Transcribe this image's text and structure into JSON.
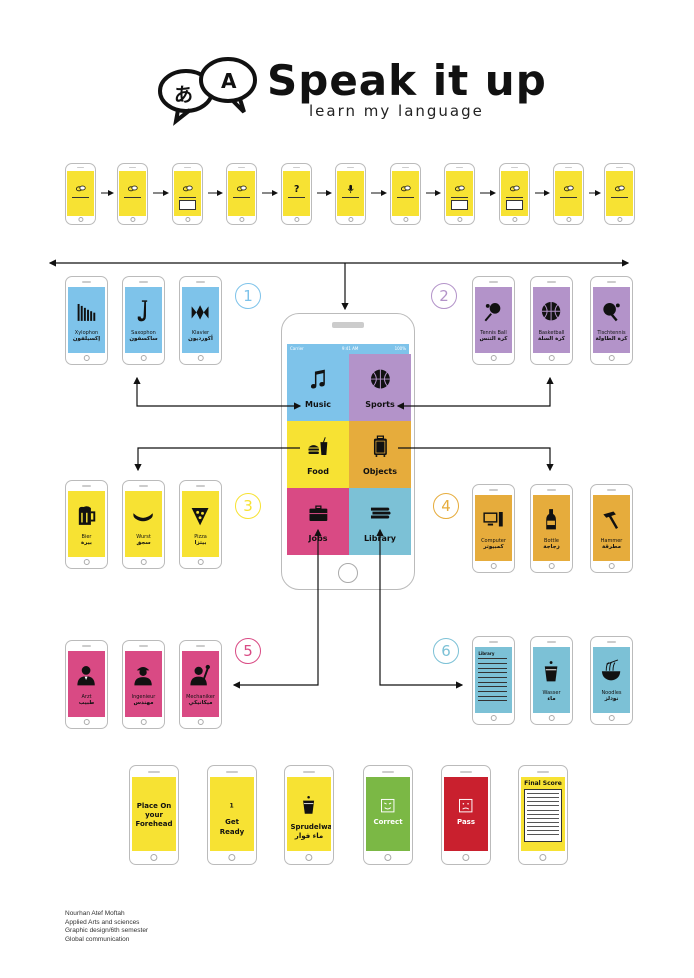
{
  "logo": {
    "title": "Speak it up",
    "subtitle": "learn my language",
    "glyph_left": "あ",
    "glyph_right": "A"
  },
  "colors": {
    "yellow": "#F7E233",
    "blue": "#7EC3EA",
    "purple": "#B393C9",
    "orange": "#E6AC3C",
    "pink": "#D94A84",
    "teal": "#7CC1D6",
    "green": "#7BB845",
    "red": "#C9202E",
    "arrow": "#111111"
  },
  "main_app": {
    "status_left": "Carrier",
    "status_time": "9:41 AM",
    "status_right": "100%",
    "categories": [
      {
        "label": "Music",
        "color": "blue",
        "icon": "music-note-icon"
      },
      {
        "label": "Sports",
        "color": "purple",
        "icon": "basketball-icon"
      },
      {
        "label": "Food",
        "color": "yellow",
        "icon": "burger-drink-icon"
      },
      {
        "label": "Objects",
        "color": "orange",
        "icon": "suitcase-icon"
      },
      {
        "label": "Jobs",
        "color": "pink",
        "icon": "briefcase-icon"
      },
      {
        "label": "Library",
        "color": "teal",
        "icon": "books-icon"
      }
    ]
  },
  "flow_row": {
    "screens": [
      {
        "icon": "logo-icon"
      },
      {
        "icon": "logo-icon"
      },
      {
        "icon": "logo-icon"
      },
      {
        "icon": "logo-icon"
      },
      {
        "icon": "question-icon"
      },
      {
        "icon": "microphone-icon"
      },
      {
        "icon": "logo-icon"
      },
      {
        "icon": "logo-icon"
      },
      {
        "icon": "logo-icon"
      },
      {
        "icon": "logo-icon"
      },
      {
        "icon": "logo-icon"
      }
    ]
  },
  "groups": [
    {
      "number": "1",
      "color": "blue",
      "items": [
        {
          "en": "Xylophon",
          "ar": "إكسيلفون",
          "icon": "xylophone-icon"
        },
        {
          "en": "Saxophon",
          "ar": "ساكسفون",
          "icon": "saxophone-icon"
        },
        {
          "en": "Klavier",
          "ar": "أكورديون",
          "icon": "accordion-icon"
        }
      ]
    },
    {
      "number": "2",
      "color": "purple",
      "items": [
        {
          "en": "Tennis Ball",
          "ar": "كرة التنس",
          "icon": "tennis-racket-icon"
        },
        {
          "en": "Basketball",
          "ar": "كرة السلة",
          "icon": "basketball-icon"
        },
        {
          "en": "Tischtennis",
          "ar": "كرة الطاولة",
          "icon": "ping-pong-icon"
        }
      ]
    },
    {
      "number": "3",
      "color": "yellow",
      "items": [
        {
          "en": "Bier",
          "ar": "بيرة",
          "icon": "beer-mug-icon"
        },
        {
          "en": "Wurst",
          "ar": "سجق",
          "icon": "sausage-icon"
        },
        {
          "en": "Pizza",
          "ar": "بيتزا",
          "icon": "pizza-slice-icon"
        }
      ]
    },
    {
      "number": "4",
      "color": "orange",
      "items": [
        {
          "en": "Computer",
          "ar": "كمبيوتر",
          "icon": "computer-icon"
        },
        {
          "en": "Bottle",
          "ar": "زجاجة",
          "icon": "bottle-icon"
        },
        {
          "en": "Hammer",
          "ar": "مطرقة",
          "icon": "hammer-icon"
        }
      ]
    },
    {
      "number": "5",
      "color": "pink",
      "items": [
        {
          "en": "Arzt",
          "ar": "طبيب",
          "icon": "doctor-icon"
        },
        {
          "en": "Ingenieur",
          "ar": "مهندس",
          "icon": "engineer-icon"
        },
        {
          "en": "Mechaniker",
          "ar": "ميكانيكي",
          "icon": "mechanic-icon"
        }
      ]
    },
    {
      "number": "6",
      "color": "teal",
      "items": [
        {
          "en": "Library",
          "ar": "",
          "icon": "list-icon"
        },
        {
          "en": "Wasser",
          "ar": "ماء",
          "icon": "water-glass-icon"
        },
        {
          "en": "Noodles",
          "ar": "نودلز",
          "icon": "noodle-bowl-icon"
        }
      ]
    }
  ],
  "game_screens": [
    {
      "color": "yellow",
      "text": "Place On your Forehead",
      "icon": ""
    },
    {
      "color": "yellow",
      "text": "Get Ready",
      "icon": "number-1-icon"
    },
    {
      "color": "yellow",
      "text": "Sprudelwasser",
      "ar": "ماء فوار",
      "icon": "water-glass-icon"
    },
    {
      "color": "green",
      "text": "Correct",
      "icon": "happy-face-icon"
    },
    {
      "color": "red",
      "text": "Pass",
      "icon": "sad-face-icon"
    },
    {
      "color": "yellow",
      "text": "Final Score",
      "icon": "score-list-icon"
    }
  ],
  "credits": {
    "name": "Nourhan Atef Moftah",
    "school": "Applied Arts and sciences",
    "program": "Graphic design/6th semester",
    "course": "Global communication"
  }
}
